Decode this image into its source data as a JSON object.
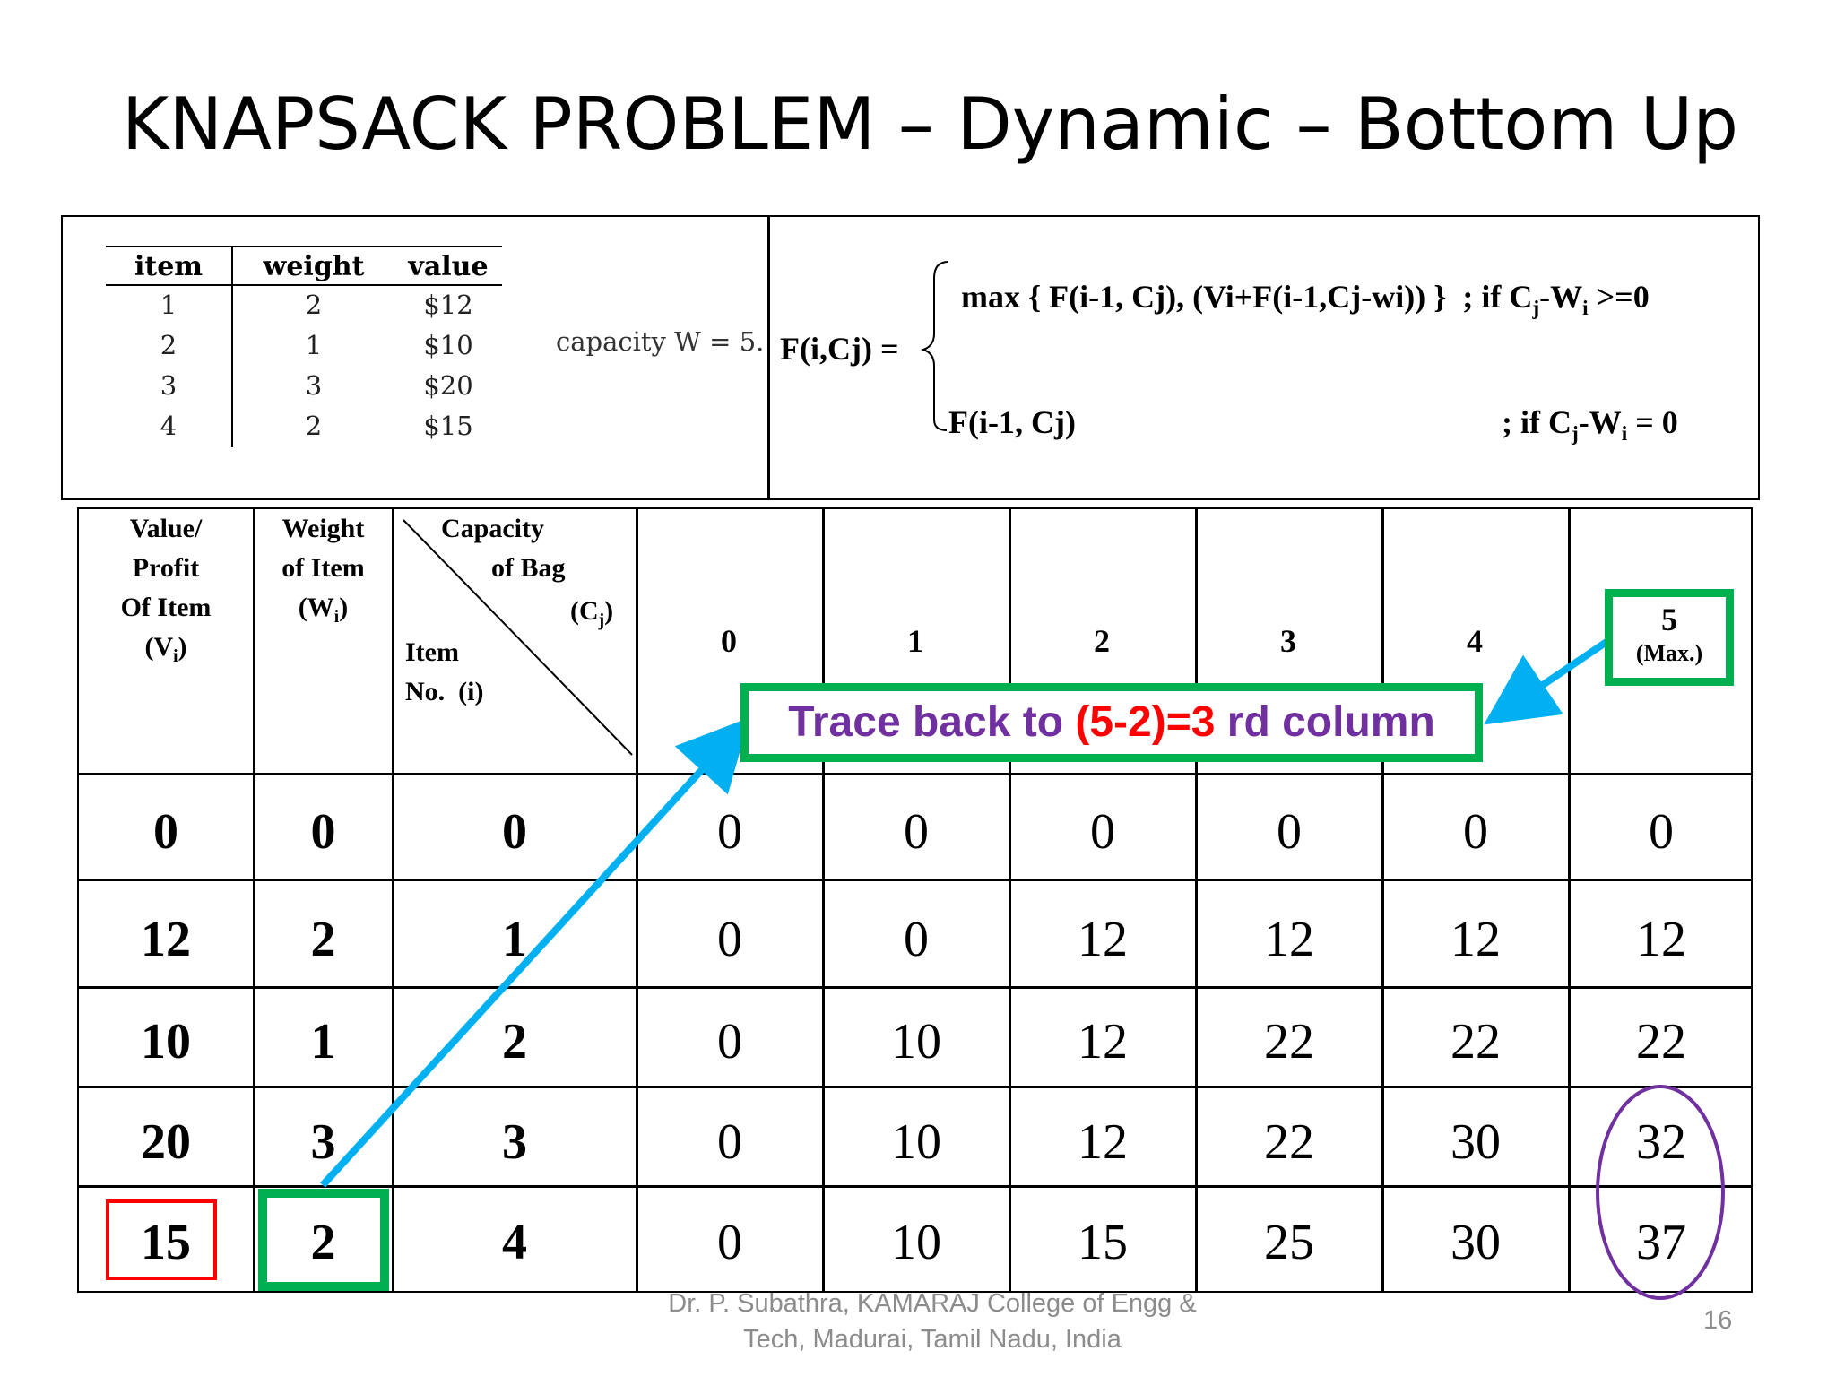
{
  "slide": {
    "title": "KNAPSACK PROBLEM – Dynamic – Bottom Up",
    "footer_line1": "Dr. P. Subathra, KAMARAJ College of Engg &",
    "footer_line2": "Tech, Madurai, Tamil Nadu, India",
    "page_number": "16"
  },
  "items_table": {
    "headers": [
      "item",
      "weight",
      "value"
    ],
    "rows": [
      [
        "1",
        "2",
        "$12"
      ],
      [
        "2",
        "1",
        "$10"
      ],
      [
        "3",
        "3",
        "$20"
      ],
      [
        "4",
        "2",
        "$15"
      ]
    ],
    "capacity_text": "capacity W = 5."
  },
  "formula": {
    "lhs": "F(i,Cj) =",
    "case1_expr": "max { F(i-1, Cj), (Vi+F(i-1,Cj-wi)) }",
    "case1_cond_prefix": "; if C",
    "case1_cond_sub1": "j",
    "case1_cond_mid": "-W",
    "case1_cond_sub2": "i",
    "case1_cond_suffix": " >=0",
    "case2_expr": "F(i-1, Cj)",
    "case2_cond_prefix": "; if C",
    "case2_cond_sub1": "j",
    "case2_cond_mid": "-W",
    "case2_cond_sub2": "i",
    "case2_cond_suffix": " = 0"
  },
  "dp_table": {
    "header_value": [
      "Value/",
      "Profit",
      "Of Item",
      "(V"
    ],
    "header_value_sub": "i",
    "header_weight": [
      "Weight",
      "of Item",
      "(W"
    ],
    "header_weight_sub": "i",
    "header_capacity_top": [
      "Capacity",
      "of Bag"
    ],
    "header_capacity_c": "(C",
    "header_capacity_sub": "j",
    "header_item": [
      "Item",
      "No.  (i)"
    ],
    "capacity_columns": [
      "0",
      "1",
      "2",
      "3",
      "4"
    ],
    "max_column_number": "5",
    "max_column_label": "(Max.)",
    "rows": [
      {
        "value": "0",
        "weight": "0",
        "item": "0",
        "cells": [
          "0",
          "0",
          "0",
          "0",
          "0",
          "0"
        ]
      },
      {
        "value": "12",
        "weight": "2",
        "item": "1",
        "cells": [
          "0",
          "0",
          "12",
          "12",
          "12",
          "12"
        ]
      },
      {
        "value": "10",
        "weight": "1",
        "item": "2",
        "cells": [
          "0",
          "10",
          "12",
          "22",
          "22",
          "22"
        ]
      },
      {
        "value": "20",
        "weight": "3",
        "item": "3",
        "cells": [
          "0",
          "10",
          "12",
          "22",
          "30",
          "32"
        ]
      },
      {
        "value": "15",
        "weight": "2",
        "item": "4",
        "cells": [
          "0",
          "10",
          "15",
          "25",
          "30",
          "37"
        ]
      }
    ]
  },
  "callout": {
    "part1": "Trace back to ",
    "part2": "(5-2)=3",
    "part3": " rd column"
  },
  "colors": {
    "green": "#00b050",
    "blue_arrow": "#00b0f0",
    "red": "#ff0000",
    "purple": "#7030a0"
  }
}
